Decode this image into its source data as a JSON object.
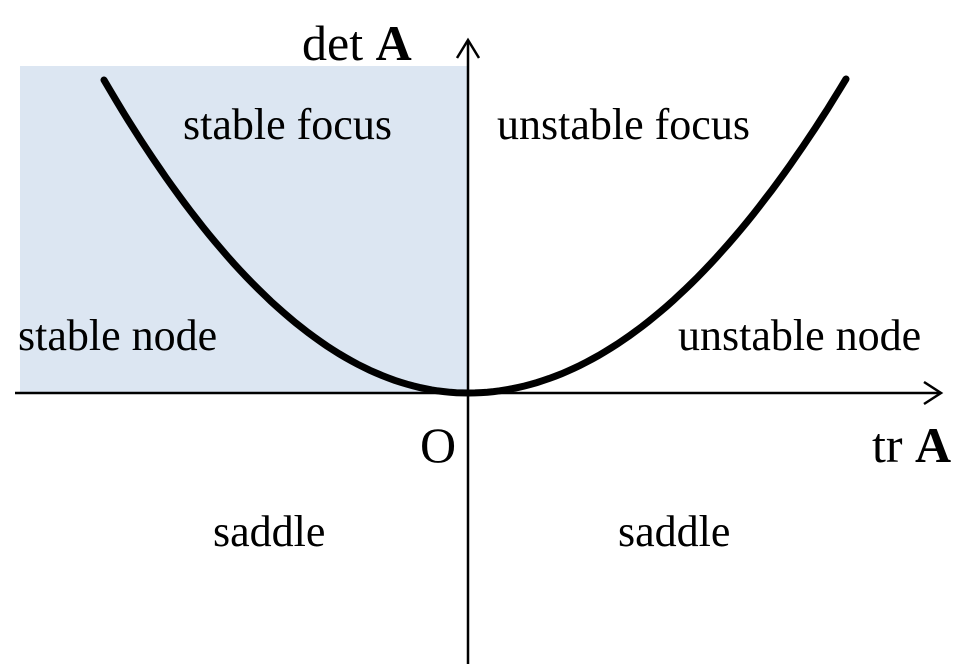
{
  "colors": {
    "stable_region": "#dce6f2",
    "ink": "#000000",
    "background": "#ffffff"
  },
  "axes": {
    "y_label_text": "det ",
    "y_label_bold": "A",
    "x_label_text": "tr ",
    "x_label_bold": "A",
    "origin_label": "O"
  },
  "regions": {
    "stable_focus": "stable focus",
    "unstable_focus": "unstable focus",
    "stable_node": "stable node",
    "unstable_node": "unstable node",
    "saddle_left": "saddle",
    "saddle_right": "saddle"
  }
}
